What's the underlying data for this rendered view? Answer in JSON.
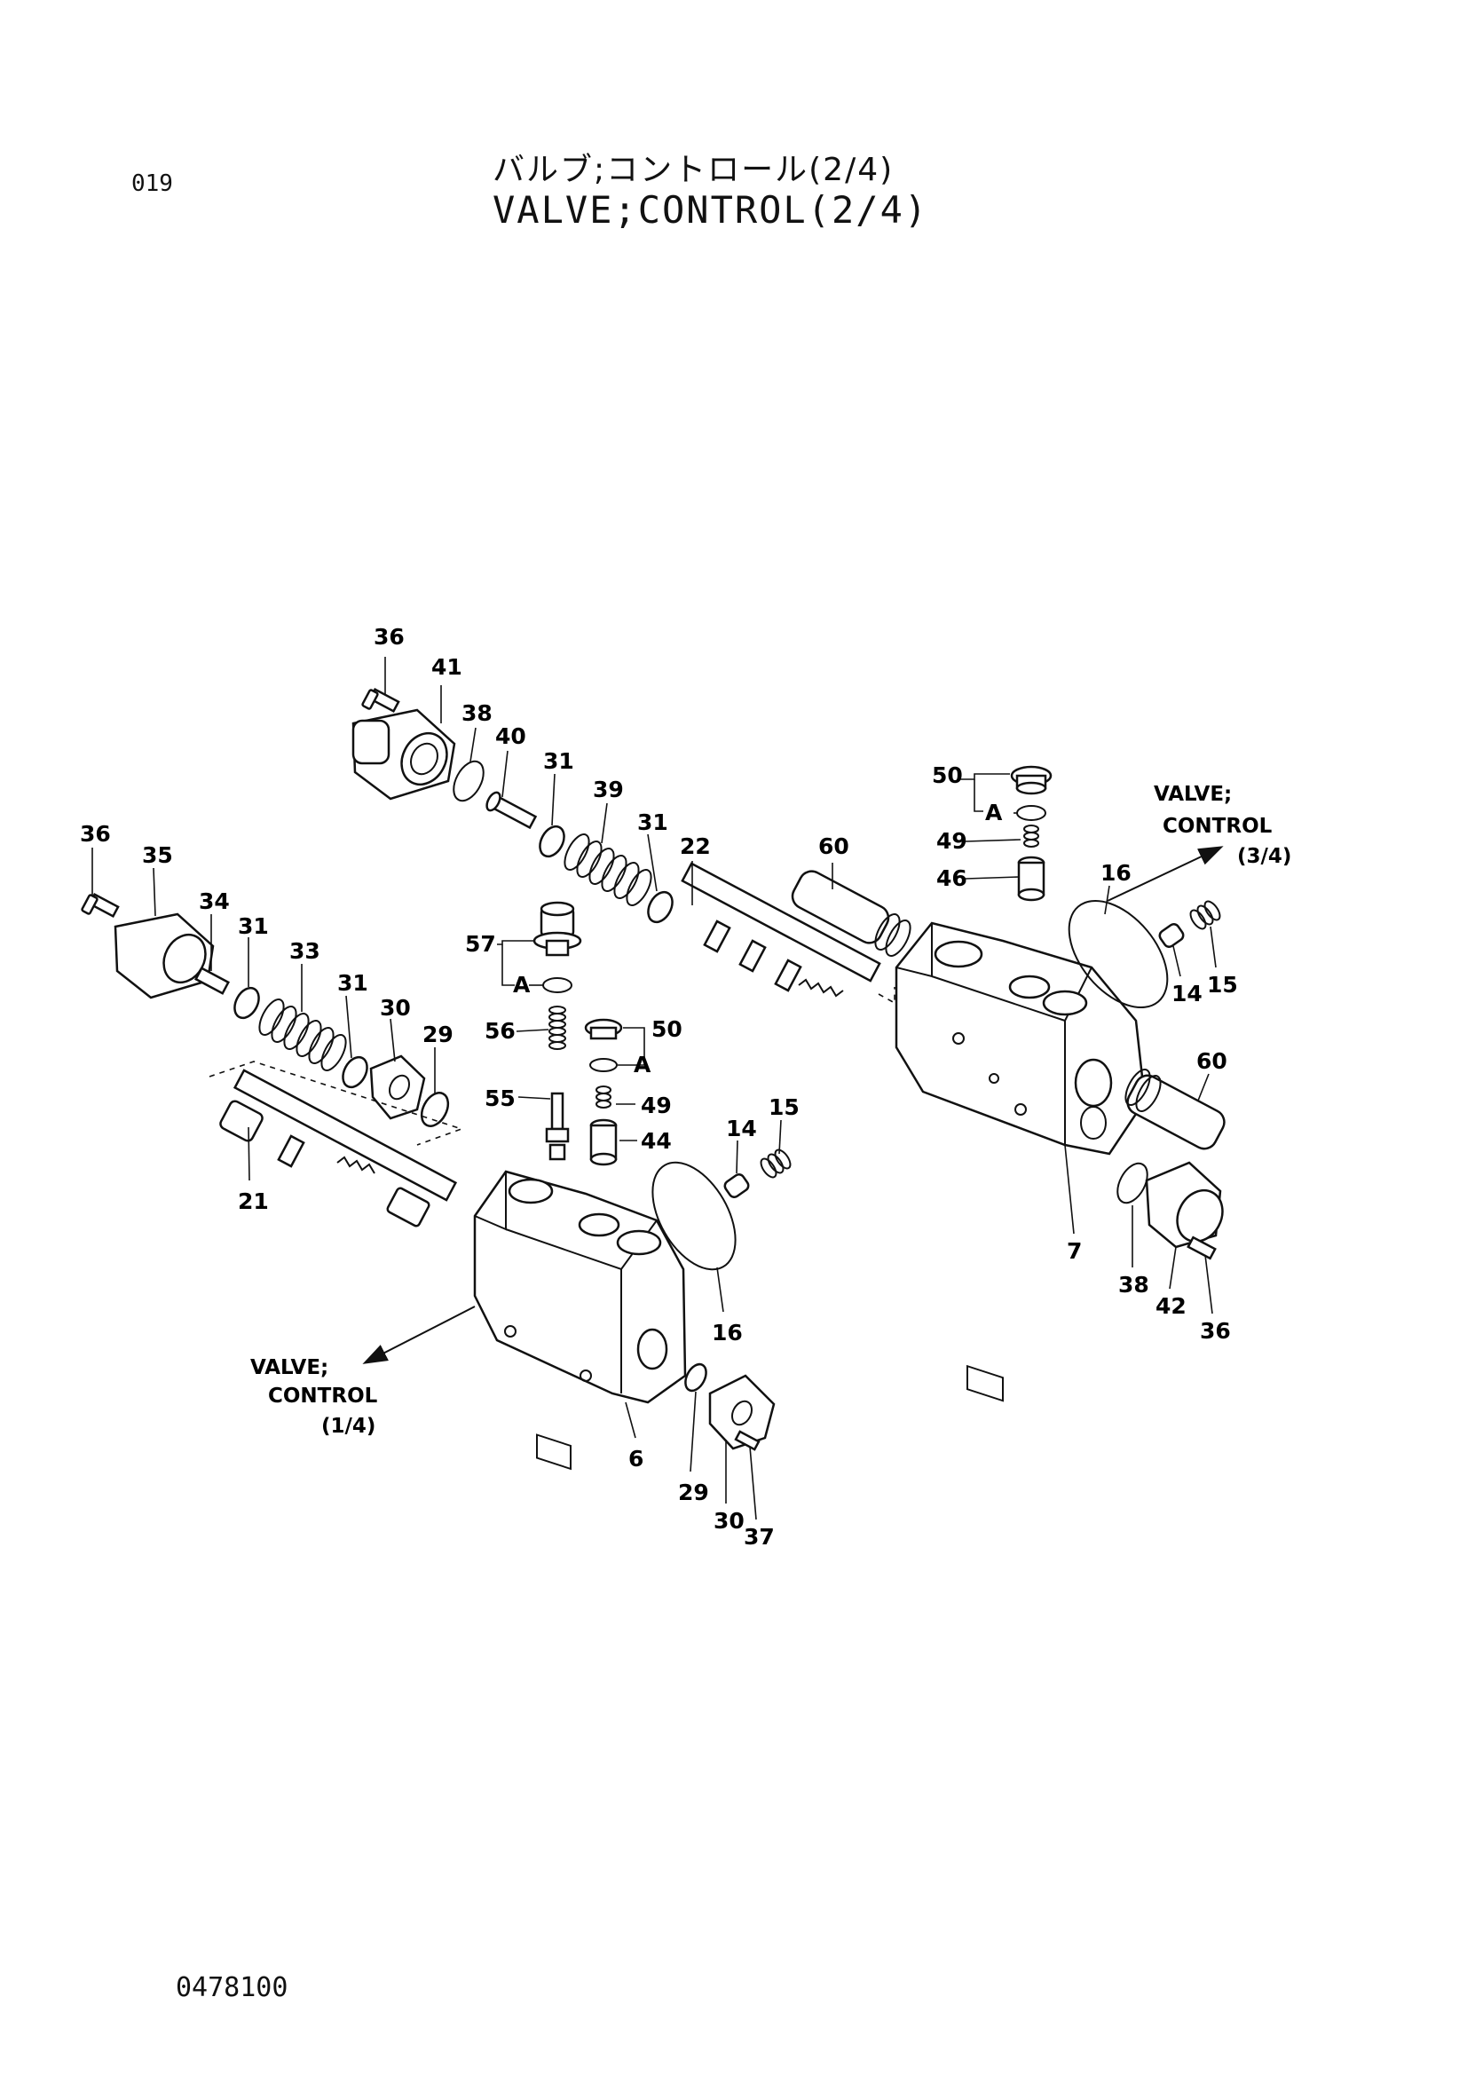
{
  "header": {
    "page_number": "019",
    "title_jp": "バルブ;コントロール(2/4)",
    "title_en": "VALVE;CONTROL(2/4)"
  },
  "footer": {
    "doc_code": "0478100"
  },
  "references": {
    "ref_3_4": {
      "line1": "VALVE;",
      "line2": "CONTROL",
      "line3": "(3/4)"
    },
    "ref_1_4": {
      "line1": "VALVE;",
      "line2": "CONTROL",
      "line3": "(1/4)"
    }
  },
  "callouts": {
    "c36a": "36",
    "c41": "41",
    "c38a": "38",
    "c40": "40",
    "c31a": "31",
    "c39": "39",
    "c31b": "31",
    "c22": "22",
    "c60a": "60",
    "c50a": "50",
    "cAa": "A",
    "c49a": "49",
    "c46": "46",
    "c16a": "16",
    "c14a": "14",
    "c15a": "15",
    "c60b": "60",
    "c7": "7",
    "c38b": "38",
    "c42": "42",
    "c36b": "36",
    "c36c": "36",
    "c35": "35",
    "c34": "34",
    "c31c": "31",
    "c33": "33",
    "c31d": "31",
    "c30a": "30",
    "c29a": "29",
    "c21": "21",
    "c57": "57",
    "cAb": "A",
    "c56": "56",
    "c50b": "50",
    "cAc": "A",
    "c55": "55",
    "c49b": "49",
    "c44": "44",
    "c14b": "14",
    "c15b": "15",
    "c16b": "16",
    "c6": "6",
    "c29b": "29",
    "c30b": "30",
    "c37": "37"
  }
}
